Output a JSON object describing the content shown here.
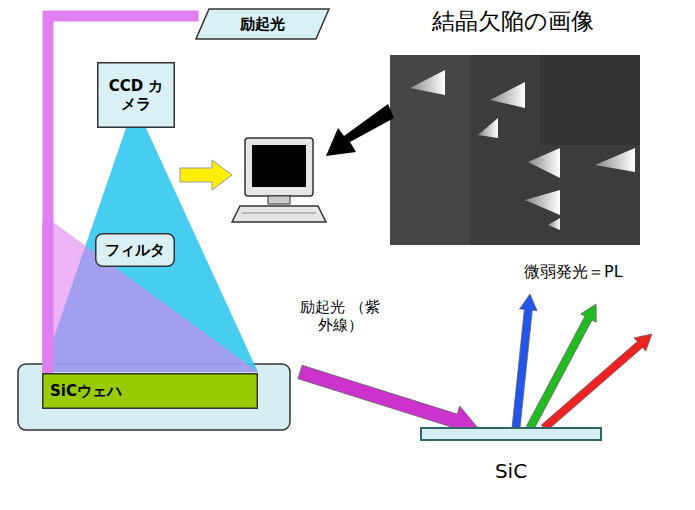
{
  "diagram": {
    "nodes": [
      {
        "text": [
          "励起光"
        ]
      },
      {
        "text": [
          "CCD カメラ"
        ]
      },
      {
        "text": [
          "フィルタ"
        ]
      },
      {
        "text": [
          "SiCウェハ"
        ]
      },
      {
        "text": [
          "SiC"
        ]
      }
    ],
    "edges": [
      {
        "from": 0,
        "to": 3,
        "arrow": "none"
      }
    ],
    "labels": [
      "結晶欠陥の画像",
      "励起光 （紫外線）",
      "微弱発光＝PL"
    ]
  }
}
